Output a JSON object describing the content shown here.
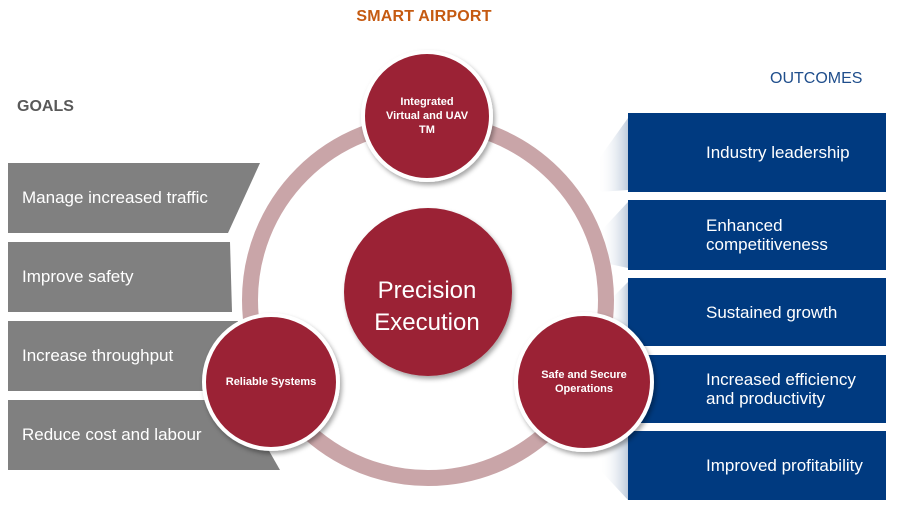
{
  "title": "SMART AIRPORT",
  "goals": {
    "label": "GOALS",
    "items": [
      {
        "label": "Manage increased traffic"
      },
      {
        "label": "Improve safety"
      },
      {
        "label": "Increase throughput"
      },
      {
        "label": "Reduce cost and labour"
      }
    ]
  },
  "outcomes": {
    "label": "OUTCOMES",
    "items": [
      {
        "line1": "Industry leadership",
        "line2": ""
      },
      {
        "line1": "Enhanced",
        "line2": "competitiveness"
      },
      {
        "line1": "Sustained growth",
        "line2": ""
      },
      {
        "line1": "Increased efficiency",
        "line2": "and productivity"
      },
      {
        "line1": "Improved profitability",
        "line2": ""
      }
    ]
  },
  "center": {
    "line1": "Precision",
    "line2": "Execution"
  },
  "nodes": {
    "top": {
      "line1": "Integrated",
      "line2": "Virtual and UAV",
      "line3": "TM"
    },
    "left": {
      "line1": "Reliable Systems"
    },
    "right": {
      "line1": "Safe and Secure",
      "line2": "Operations"
    }
  },
  "colors": {
    "title": "#c55a11",
    "goal_box": "#808080",
    "outcome_box": "#003a80",
    "node": "#9b2335",
    "ring": "#c9a5a8"
  }
}
